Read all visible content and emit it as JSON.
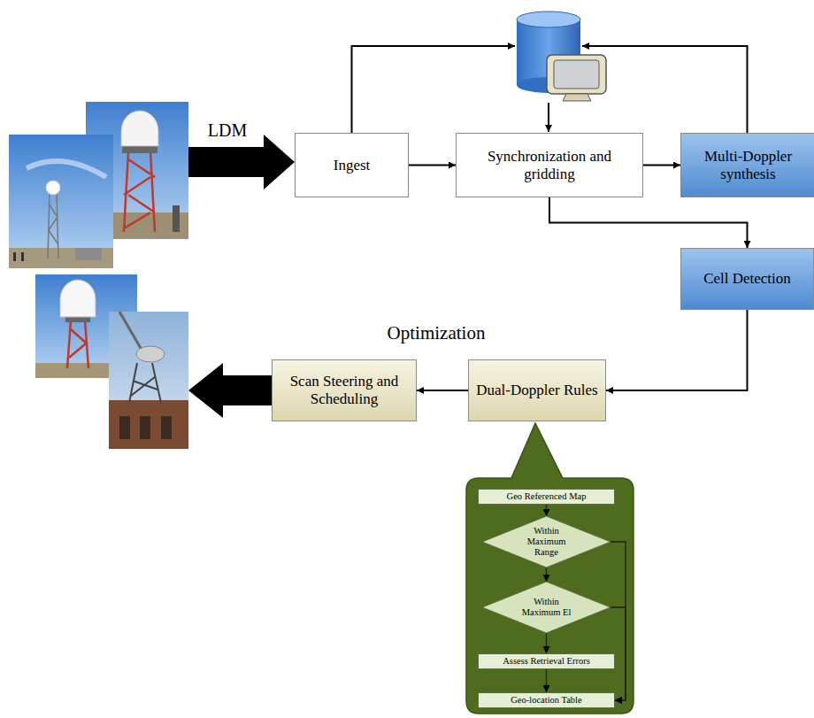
{
  "diagram": {
    "nodes": [
      {
        "text": [
          "Ingest"
        ]
      },
      {
        "text": [
          "Synchronization and gridding"
        ]
      },
      {
        "text": [
          "Multi-Doppler synthesis"
        ]
      },
      {
        "text": [
          "Cell Detection"
        ]
      },
      {
        "text": [
          "Dual-Doppler Rules"
        ]
      },
      {
        "text": [
          "Scan Steering and Scheduling"
        ]
      },
      {
        "text": [
          "Geo Referenced Map"
        ]
      },
      {
        "text": [
          "Within Maximum Range"
        ]
      },
      {
        "text": [
          "Within Maximum El"
        ]
      },
      {
        "text": [
          "Assess Retrieval Errors"
        ]
      },
      {
        "text": [
          "Geo-location Table"
        ]
      }
    ],
    "edges": [
      {
        "from": 0,
        "to": 1,
        "arrow": "to"
      },
      {
        "from": 1,
        "to": 2,
        "arrow": "to"
      },
      {
        "from": 1,
        "to": 3,
        "arrow": "to"
      },
      {
        "from": 3,
        "to": 4,
        "arrow": "to"
      },
      {
        "from": 4,
        "to": 5,
        "arrow": "to"
      },
      {
        "from": 6,
        "to": 7,
        "arrow": "to"
      },
      {
        "from": 7,
        "to": 8,
        "arrow": "to"
      },
      {
        "from": 8,
        "to": 9,
        "arrow": "to"
      },
      {
        "from": 9,
        "to": 10,
        "arrow": "to"
      },
      {
        "from": 7,
        "to": 10,
        "arrow": "to"
      },
      {
        "from": 8,
        "to": 10,
        "arrow": "to"
      }
    ],
    "labels": [
      "LDM",
      "Optimization"
    ]
  }
}
